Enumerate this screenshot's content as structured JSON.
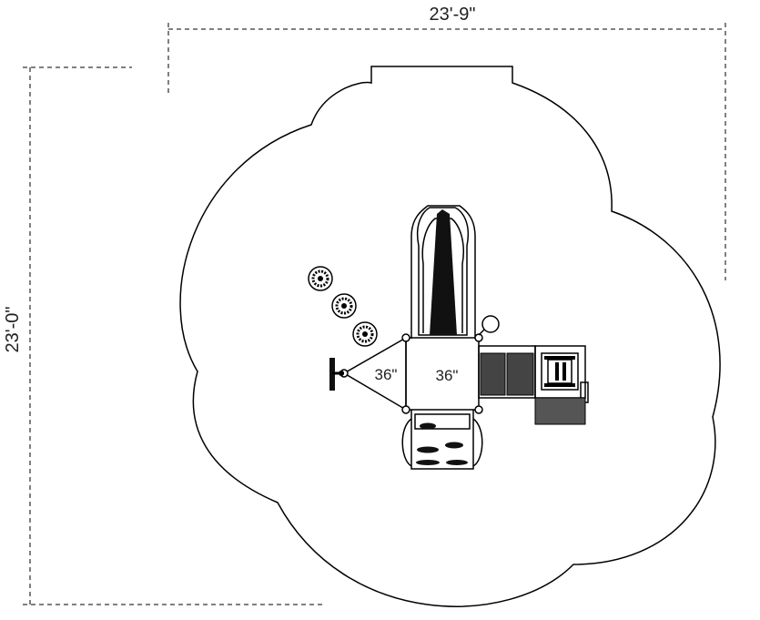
{
  "dimensions": {
    "width_label": "23'-9\"",
    "height_label": "23'-0\""
  },
  "decks": {
    "left_triangle_label": "36\"",
    "center_square_label": "36\""
  },
  "colors": {
    "line": "#000000",
    "background": "#ffffff"
  }
}
